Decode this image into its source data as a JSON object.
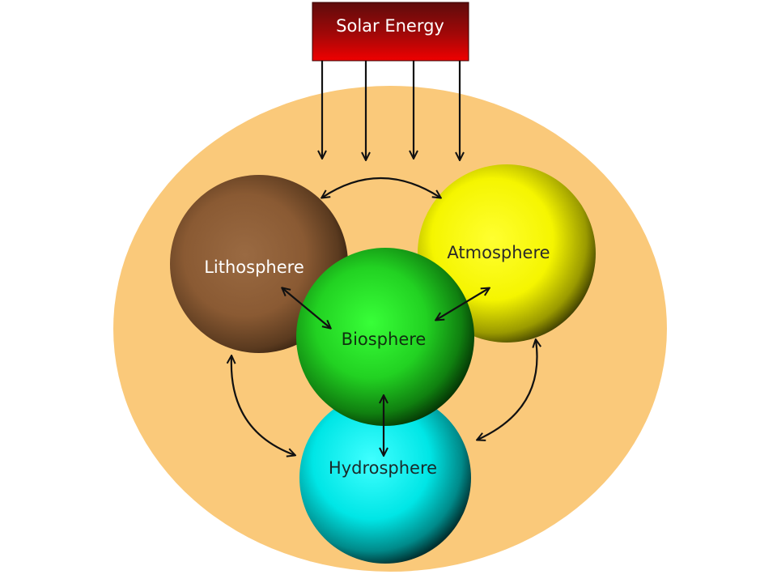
{
  "diagram": {
    "source_label": "Solar Energy",
    "spheres": {
      "lithosphere": "Lithosphere",
      "atmosphere": "Atmosphere",
      "biosphere": "Biosphere",
      "hydrosphere": "Hydrosphere"
    }
  },
  "colors": {
    "background_oval": "#fac97a",
    "solar_box_top": "#7a0f0f",
    "solar_box_bottom": "#ee0000",
    "lithosphere": "#8b5a32",
    "atmosphere": "#ffff00",
    "biosphere": "#1fcc1f",
    "hydrosphere": "#00f0f0",
    "arrows": "#111111"
  }
}
